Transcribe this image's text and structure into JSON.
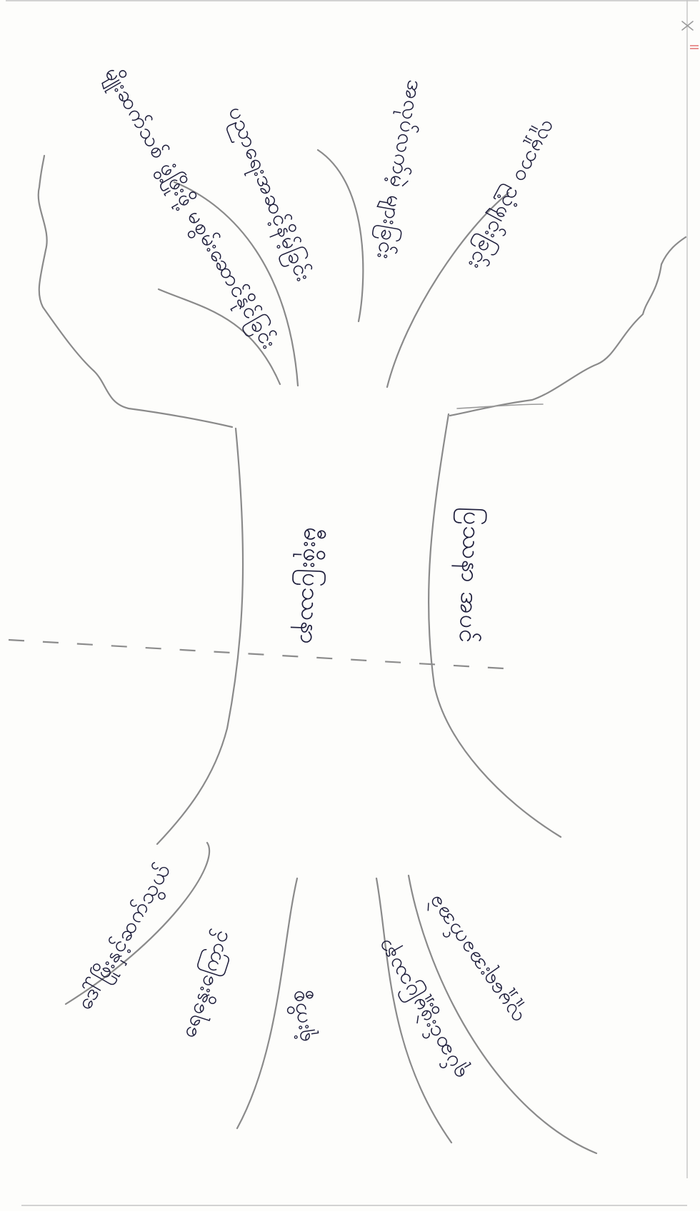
{
  "diagram": {
    "center": {
      "upper_text": "ပြဿနာ အပင်",
      "lower_text": "မီးဖိုးပြဿနာ"
    },
    "roots": [
      {
        "text": "ဒေါ်ဖြိုးနှင့်ဆက်သွယ်"
      },
      {
        "text": "ရေနွေးကြောင်"
      },
      {
        "text": "ရုံးကိစ္စ"
      },
      {
        "text": "ရုပ်ဆင်းဖွဲ့မှုပြဿနာ"
      },
      {
        "text": "လူမှုရေးအခက်အခဲ"
      }
    ],
    "branches": [
      {
        "text": "မျိုးဆက်သစ် ဖွံ့ဖြိုးဖို့ မစွမ်းဆောင်နိုင်ခြင်း"
      },
      {
        "text": "ပညာရေးအဆင့်နိမ့်ခြင်း"
      },
      {
        "text": "အလုပ်လက်မဲ့ များခြင်း"
      },
      {
        "text": "လူမှုဘဝ ညံ့ဖျင်းခြင်း"
      }
    ]
  }
}
